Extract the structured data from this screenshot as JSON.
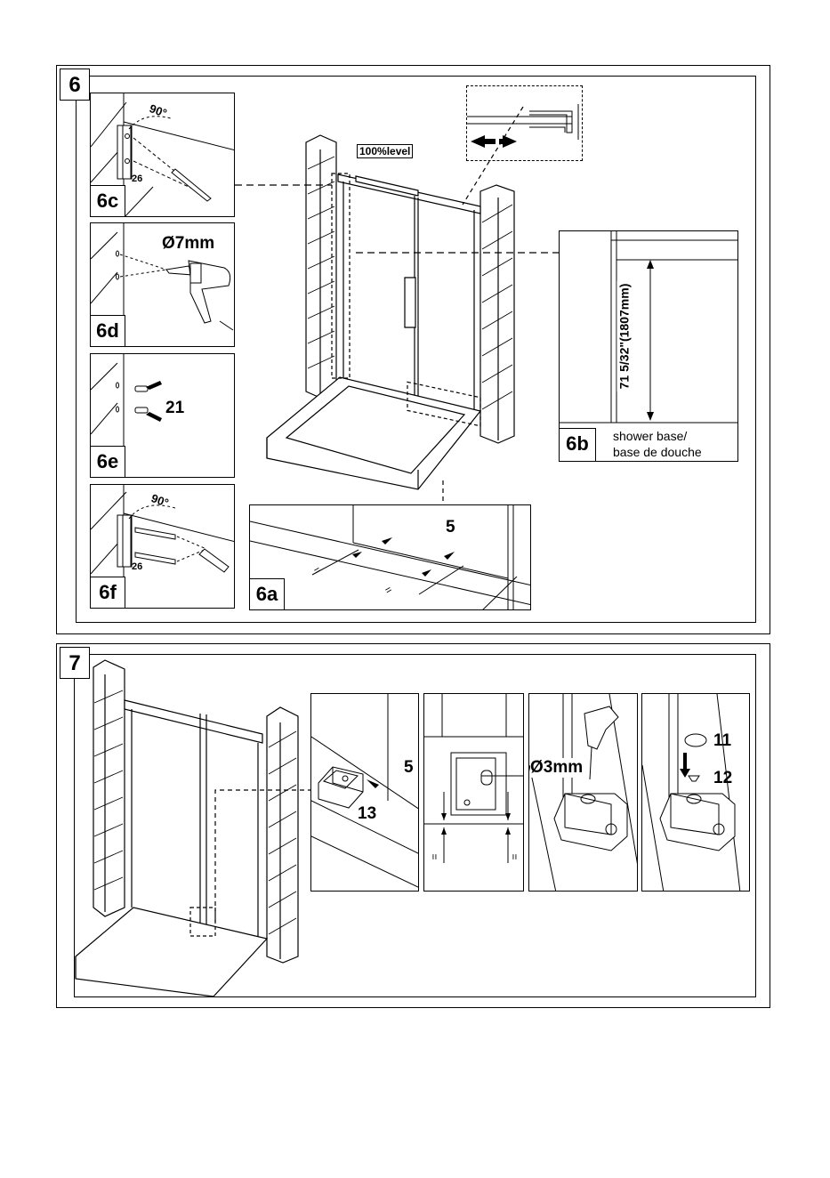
{
  "step6": {
    "number": "6",
    "level_label": "100%level",
    "panels": {
      "c": {
        "tag": "6c",
        "angle": "90°",
        "dim": "26"
      },
      "d": {
        "tag": "6d",
        "drill_size": "Ø7mm"
      },
      "e": {
        "tag": "6e",
        "part": "21"
      },
      "f": {
        "tag": "6f",
        "angle": "90°",
        "dim": "26"
      },
      "a": {
        "tag": "6a",
        "part": "5",
        "equal_mark_1": "=",
        "equal_mark_2": "="
      },
      "b": {
        "tag": "6b",
        "height": "71 5/32\"(1807mm)",
        "base_en": "shower base/",
        "base_fr": "base de douche"
      }
    }
  },
  "step7": {
    "number": "7",
    "panel1": {
      "part_a": "5",
      "part_b": "13"
    },
    "panel2": {
      "equal_mark_1": "=",
      "equal_mark_2": "="
    },
    "panel3": {
      "drill_size": "Ø3mm"
    },
    "panel4": {
      "part_a": "11",
      "part_b": "12"
    }
  },
  "colors": {
    "line": "#000000",
    "background": "#ffffff",
    "hatch": "#000000"
  }
}
